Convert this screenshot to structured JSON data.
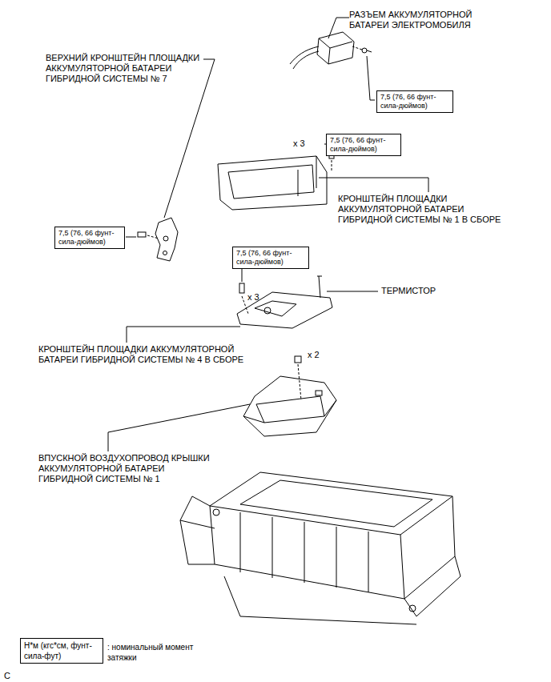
{
  "diagram": {
    "nodes": [
      {
        "text": [
          "7,5 (76, 66 фунт-сила-дюймов)"
        ]
      },
      {
        "text": [
          "7,5 (76, 66 фунт-сила-дюймов)"
        ]
      },
      {
        "text": [
          "7,5 (76, 66 фунт-сила-дюймов)"
        ]
      },
      {
        "text": [
          "7,5 (76, 66 фунт-сила-дюймов)"
        ]
      },
      {
        "text": [
          "Н*м (кгс*см, фунт-сила-фут)"
        ]
      }
    ],
    "labels": [
      "РАЗЪЕМ АККУМУЛЯТОРНОЙ БАТАРЕИ ЭЛЕКТРОМОБИЛЯ",
      "ВЕРХНИЙ КРОНШТЕЙН ПЛОЩАДКИ АККУМУЛЯТОРНОЙ БАТАРЕИ ГИБРИДНОЙ СИСТЕМЫ № 7",
      "x 3",
      "КРОНШТЕЙН ПЛОЩАДКИ АККУМУЛЯТОРНОЙ БАТАРЕИ ГИБРИДНОЙ СИСТЕМЫ № 1 В СБОРЕ",
      "x 3",
      "ТЕРМИСТОР",
      "КРОНШТЕЙН ПЛОЩАДКИ АККУМУЛЯТОРНОЙ БАТАРЕИ ГИБРИДНОЙ СИСТЕМЫ № 4 В СБОРЕ",
      "x 2",
      "ВПУСКНОЙ ВОЗДУХОПРОВОД КРЫШКИ АККУМУЛЯТОРНОЙ БАТАРЕИ ГИБРИДНОЙ СИСТЕМЫ № 1",
      ": номинальный момент затяжки",
      "C"
    ]
  }
}
